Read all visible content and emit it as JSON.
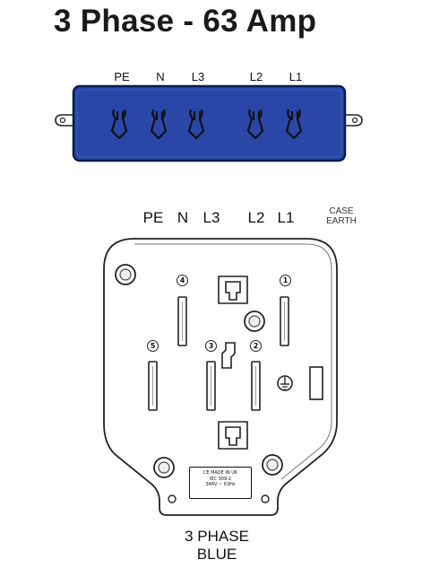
{
  "title": "3 Phase - 63 Amp",
  "top_labels": [
    "PE",
    "N",
    "L3",
    "L2",
    "L1"
  ],
  "bottom_labels": [
    "PE",
    "N",
    "L3",
    "L2",
    "L1"
  ],
  "case_earth": [
    "CASE",
    "EARTH"
  ],
  "pin_numbers": [
    "4",
    "1",
    "5",
    "3",
    "2"
  ],
  "badge_lines": [
    "CE MADE IN UK",
    "IEC 309-2",
    "346V ~ 63Hz"
  ],
  "caption": [
    "3 PHASE",
    "BLUE"
  ],
  "colors": {
    "plug_blue": "#2a47a8",
    "plug_border": "#0d1a4a",
    "outline": "#222222"
  }
}
